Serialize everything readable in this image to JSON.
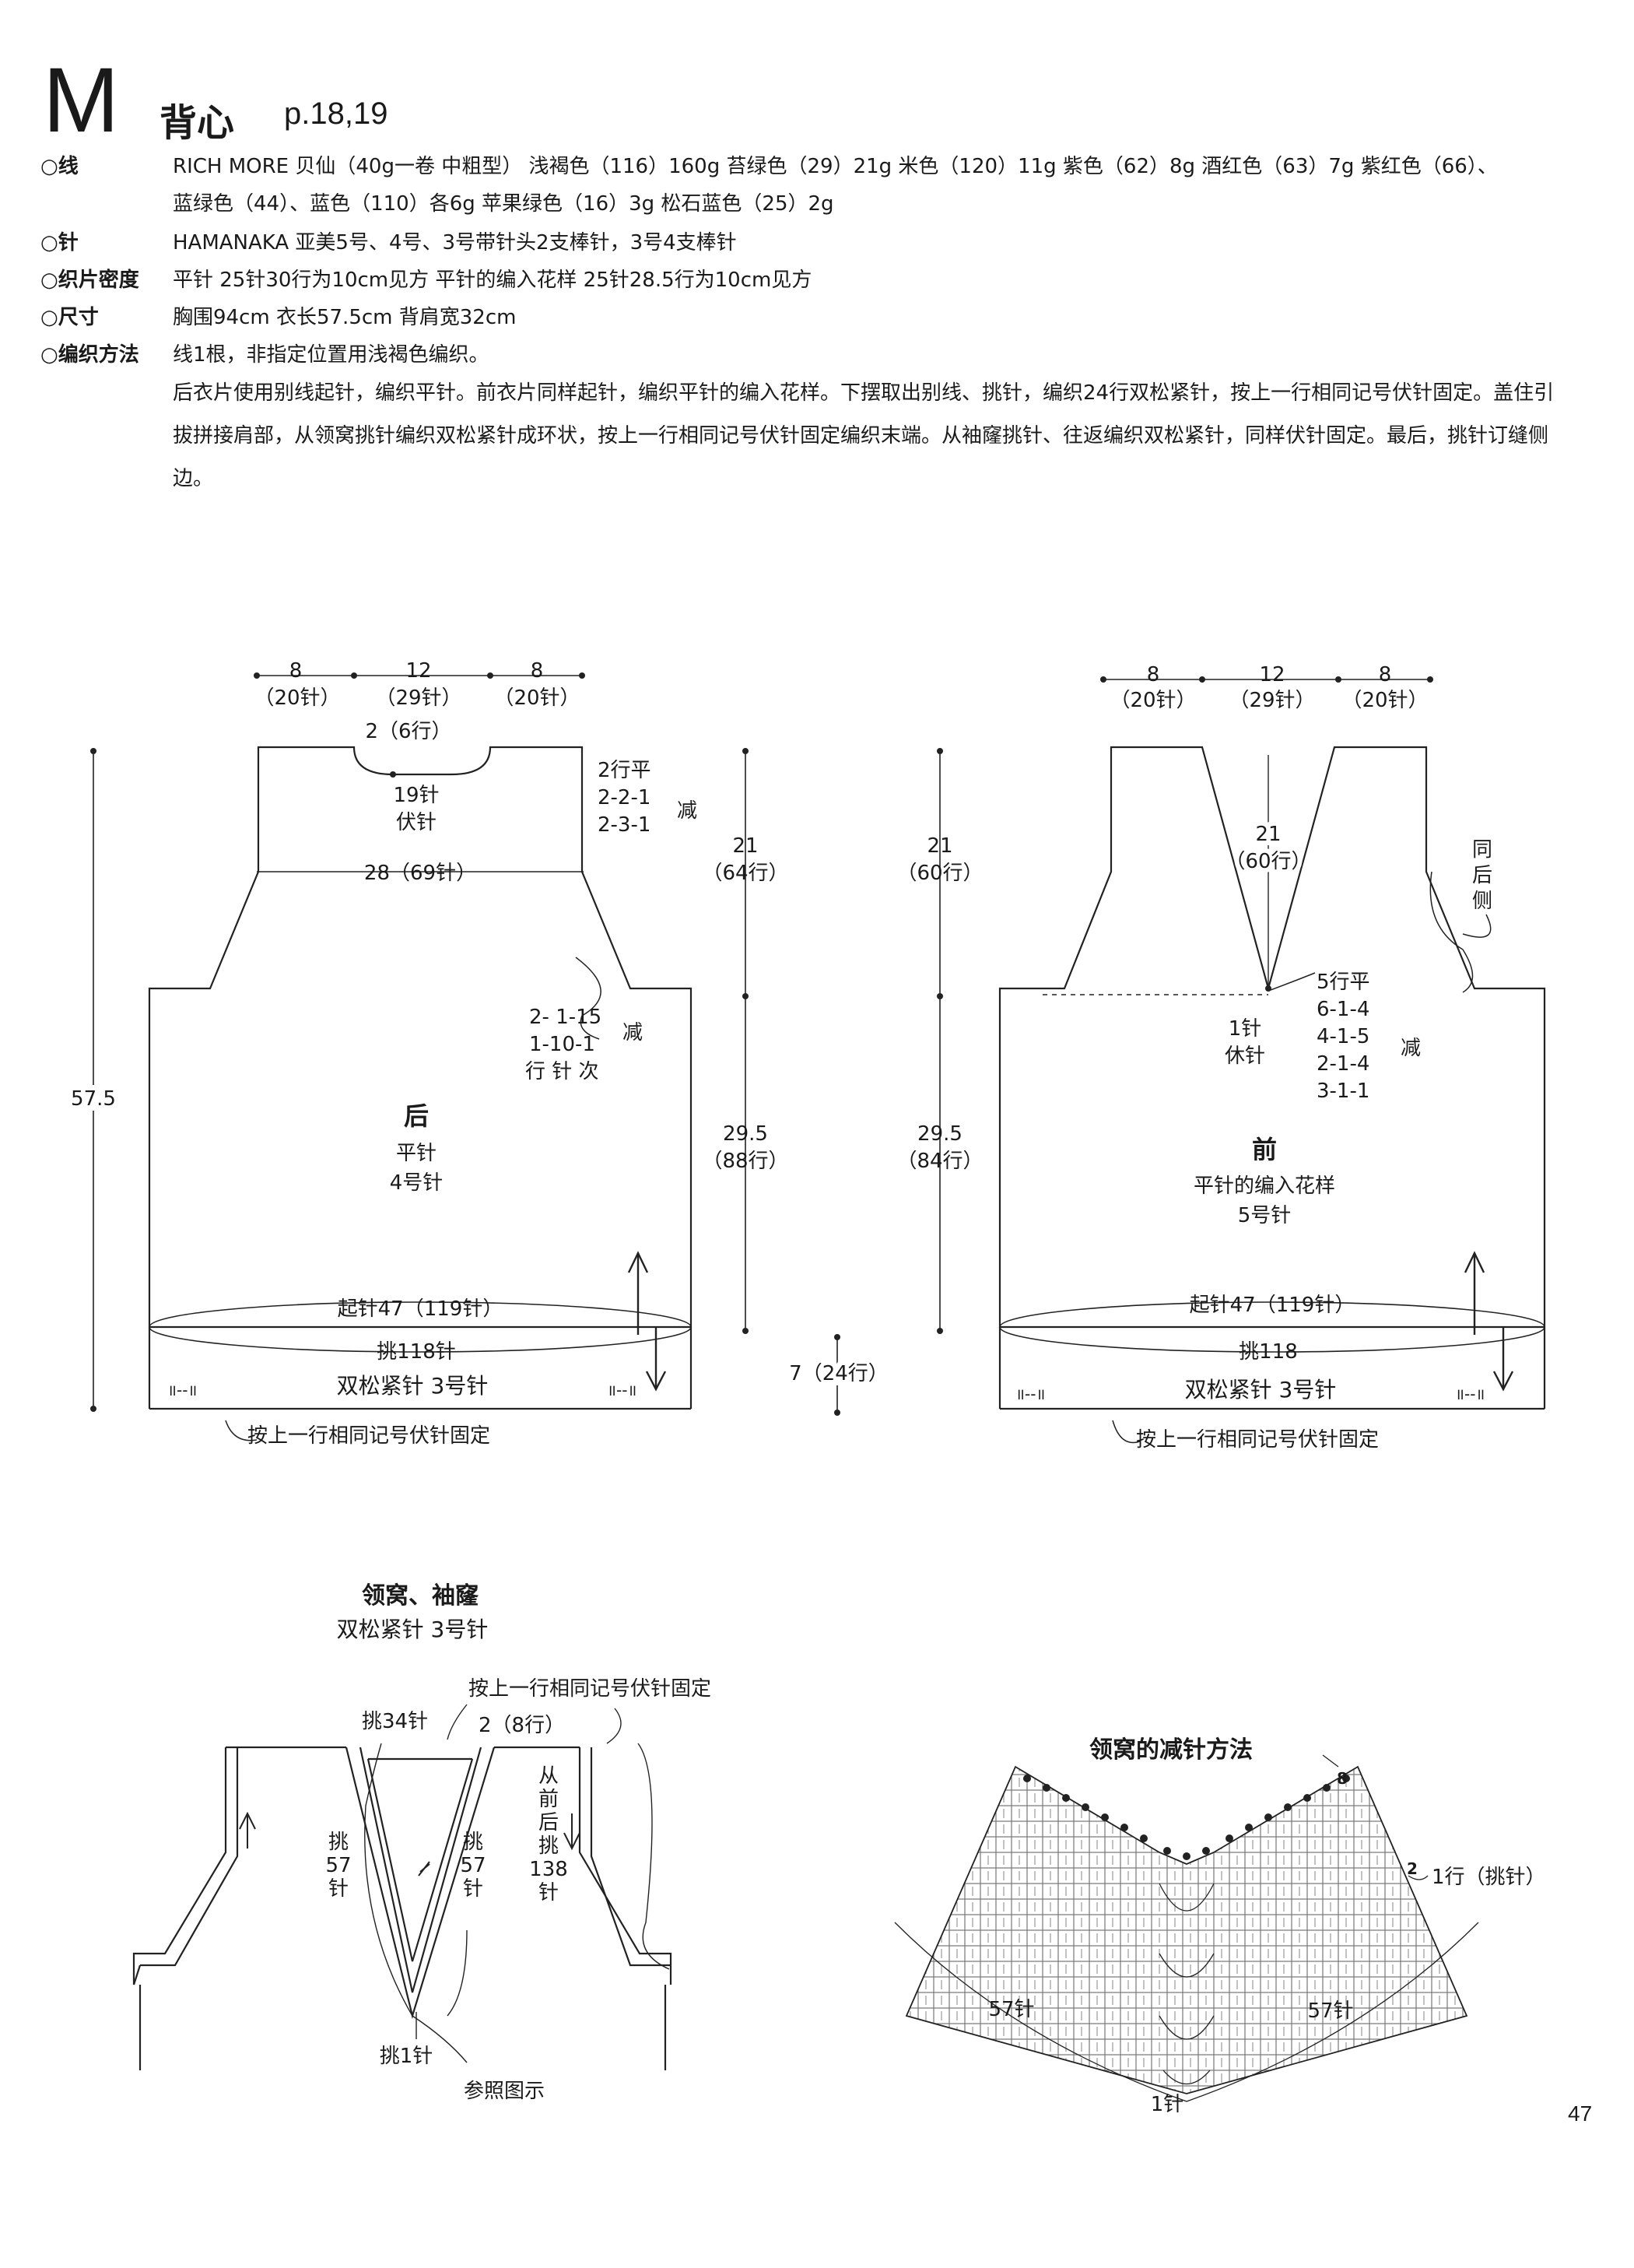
{
  "header": {
    "letter": "M",
    "title": "背心",
    "page_ref": "p.18,19"
  },
  "specs": [
    {
      "label": "线",
      "lines": [
        "RICH MORE 贝仙（40g一卷 中粗型） 浅褐色（116）160g 苔绿色（29）21g 米色（120）11g 紫色（62）8g 酒红色（63）7g 紫红色（66）、",
        "蓝绿色（44）、蓝色（110）各6g 苹果绿色（16）3g 松石蓝色（25）2g"
      ]
    },
    {
      "label": "针",
      "lines": [
        "HAMANAKA 亚美5号、4号、3号带针头2支棒针，3号4支棒针"
      ]
    },
    {
      "label": "织片密度",
      "lines": [
        "平针 25针30行为10cm见方 平针的编入花样 25针28.5行为10cm见方"
      ]
    },
    {
      "label": "尺寸",
      "lines": [
        "胸围94cm 衣长57.5cm 背肩宽32cm"
      ]
    },
    {
      "label": "编织方法",
      "lines": [
        "线1根，非指定位置用浅褐色编织。"
      ]
    }
  ],
  "method_paragraph": "后衣片使用别线起针，编织平针。前衣片同样起针，编织平针的编入花样。下摆取出别线、挑针，编织24行双松紧针，按上一行相同记号伏针固定。盖住引拔拼接肩部，从领窝挑针编织双松紧针成环状，按上一行相同记号伏针固定编织末端。从袖窿挑针、往返编织双松紧针，同样伏针固定。最后，挑针订缝侧边。",
  "back": {
    "top_dims": [
      "8",
      "12",
      "8"
    ],
    "top_sts": [
      "（20针）",
      "（29针）",
      "（20针）"
    ],
    "neck_depth": "2（6行）",
    "neck_bindoff": [
      "19针",
      "伏针"
    ],
    "neck_dec": [
      "2行平",
      "2-2-1",
      "2-3-1"
    ],
    "dec_label": "减",
    "width": "28（69针）",
    "arm_dec": [
      "2- 1-15",
      "1-10-1"
    ],
    "row_legend": "行 针 次",
    "name": "后",
    "stitch": "平针",
    "needle": "4号针",
    "cast_on": "起针47（119针）",
    "pickup": "挑118针",
    "rib": "双松紧针 3号针",
    "bindoff_note": "按上一行相同记号伏针固定",
    "rib_mark": "॥--॥"
  },
  "center_dims": {
    "total": "57.5",
    "back_yoke": [
      "21",
      "（64行）"
    ],
    "back_body": [
      "29.5",
      "（88行）"
    ],
    "front_yoke": [
      "21",
      "（60行）"
    ],
    "front_body": [
      "29.5",
      "（84行）"
    ],
    "rib": "7（24行）"
  },
  "front": {
    "top_dims": [
      "8",
      "12",
      "8"
    ],
    "top_sts": [
      "（20针）",
      "（29针）",
      "（20针）"
    ],
    "v_depth": [
      "21",
      "（60行）"
    ],
    "same_as_back": [
      "同",
      "后",
      "侧"
    ],
    "v_dec": [
      "5行平",
      "6-1-4",
      "4-1-5",
      "2-1-4",
      "3-1-1"
    ],
    "dec_label": "减",
    "center_rest": [
      "1针",
      "休针"
    ],
    "name": "前",
    "stitch": "平针的编入花样",
    "needle": "5号针",
    "cast_on": "起针47（119针）",
    "pickup": "挑118",
    "rib": "双松紧针 3号针",
    "bindoff_note": "按上一行相同记号伏针固定",
    "rib_mark": "॥--॥"
  },
  "neck_armhole": {
    "title": "领窝、袖窿",
    "subtitle": "双松紧针 3号针",
    "bindoff_note": "按上一行相同记号伏针固定",
    "pick_back": "挑34针",
    "band": "2（8行）",
    "pick_left": [
      "挑",
      "57",
      "针"
    ],
    "pick_right": [
      "挑",
      "57",
      "针"
    ],
    "pick_arm": [
      "从",
      "前",
      "后",
      "挑",
      "138",
      "针"
    ],
    "pick_center": "挑1针",
    "see_chart": "参照图示"
  },
  "chart": {
    "title": "领窝的减针方法",
    "row8": "8",
    "row2": "2",
    "row1": "1行（挑针）",
    "left": "57针",
    "right": "57针",
    "center": "1针"
  },
  "page_number": "47"
}
